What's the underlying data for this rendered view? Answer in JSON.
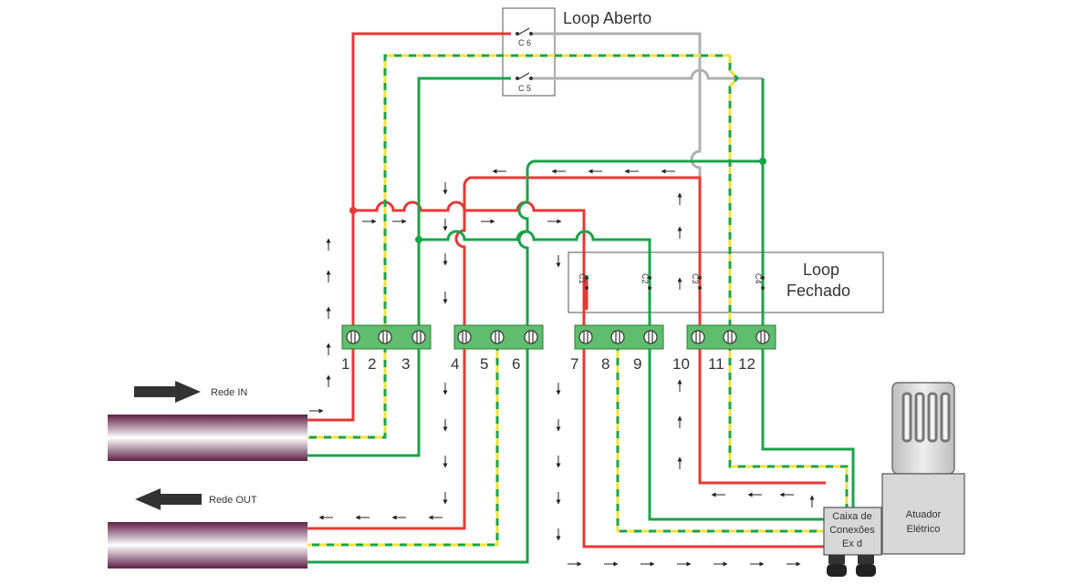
{
  "labels": {
    "loop_aberto": "Loop Aberto",
    "loop_fechado_1": "Loop",
    "loop_fechado_2": "Fechado",
    "rede_in": "Rede IN",
    "rede_out": "Rede OUT",
    "caixa_1": "Caixa de",
    "caixa_2": "Conexões",
    "caixa_3": "Ex d",
    "atuador_1": "Atuador",
    "atuador_2": "Elétrico"
  },
  "switches": {
    "c6": "C 6",
    "c5": "C 5",
    "c1": "C1",
    "c2": "C2",
    "c3": "C3",
    "c4": "C4"
  },
  "terminals": [
    "1",
    "2",
    "3",
    "4",
    "5",
    "6",
    "7",
    "8",
    "9",
    "10",
    "11",
    "12"
  ],
  "colors": {
    "red": "#e53935",
    "green": "#1aa34a",
    "yellow": "#f4e23a",
    "grey": "#b0b0b0",
    "terminal_block": "#5fbd6e",
    "cable": "#6b2a4d",
    "actuator": "#d7d7d7"
  }
}
